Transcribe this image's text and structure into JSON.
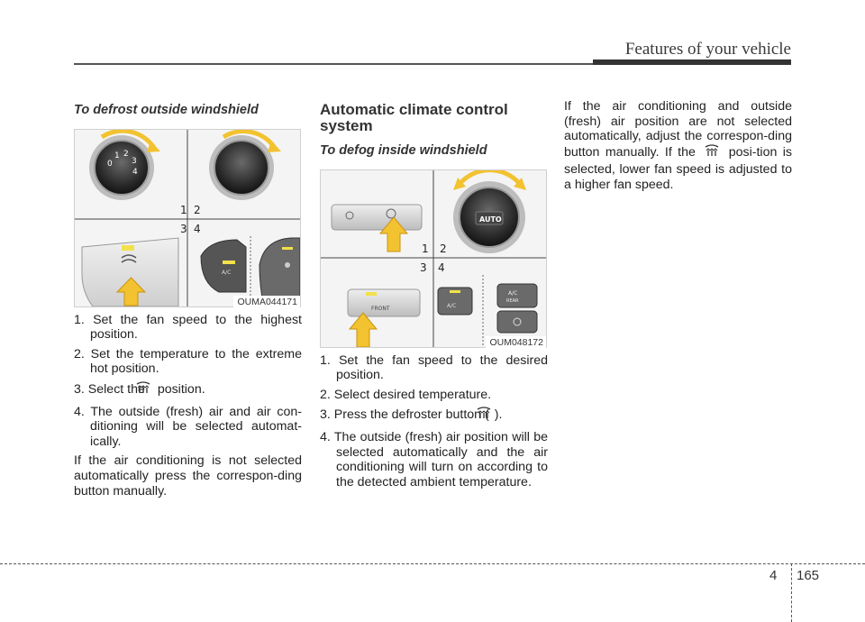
{
  "header": {
    "title": "Features of your vehicle"
  },
  "col1": {
    "subheading": "To defrost outside windshield",
    "figure": {
      "code": "OUMA044171",
      "labels": [
        "1",
        "2",
        "3",
        "4"
      ]
    },
    "steps": [
      {
        "num": "1.",
        "text": "Set the fan speed to the highest position."
      },
      {
        "num": "2.",
        "text": "Set the temperature to the extreme hot position."
      },
      {
        "num": "3.",
        "before": "Select the",
        "after": "position."
      },
      {
        "num": "4.",
        "text": "The outside (fresh) air and air con-ditioning will be selected automat-ically."
      }
    ],
    "note": "If the air conditioning is not selected automatically press the correspon-ding button manually."
  },
  "col2": {
    "heading": "Automatic climate control system",
    "subheading": "To defog inside windshield",
    "figure": {
      "code": "OUM048172",
      "labels": [
        "1",
        "2",
        "3",
        "4"
      ],
      "auto_label": "AUTO",
      "ac_label": "A/C",
      "ac_rear_label": "A/C\nREAR",
      "front_label": "FRONT"
    },
    "steps": [
      {
        "num": "1.",
        "text": "Set the fan speed to the desired position."
      },
      {
        "num": "2.",
        "text": "Select desired temperature."
      },
      {
        "num": "3.",
        "before": "Press the defroster button (",
        "after": ")."
      },
      {
        "num": "4.",
        "text": "The outside (fresh) air position will be selected automatically and the air conditioning will turn on according to the detected ambient temperature."
      }
    ]
  },
  "col3": {
    "para_before": "If the air conditioning and outside (fresh) air position are not selected automatically, adjust the correspon-ding button manually. If the",
    "para_after": "posi-tion is selected, lower fan speed is adjusted to a higher fan speed."
  },
  "footer": {
    "chapter": "4",
    "page": "165"
  }
}
